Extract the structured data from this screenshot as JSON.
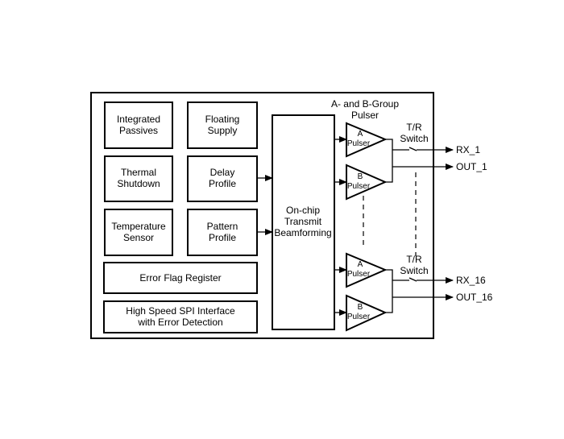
{
  "diagram": {
    "blocks": {
      "integrated_passives": [
        "Integrated",
        "Passives"
      ],
      "floating_supply": [
        "Floating",
        "Supply"
      ],
      "thermal_shutdown": [
        "Thermal",
        "Shutdown"
      ],
      "delay_profile": [
        "Delay",
        "Profile"
      ],
      "temperature_sensor": [
        "Temperature",
        "Sensor"
      ],
      "pattern_profile": [
        "Pattern",
        "Profile"
      ],
      "error_flag_register": [
        "Error Flag Register"
      ],
      "spi_interface": [
        "High Speed SPI Interface",
        "with Error Detection"
      ],
      "beamforming": [
        "On-chip",
        "Transmit",
        "Beamforming"
      ]
    },
    "pulser_group_label": [
      "A- and B-Group",
      "Pulser"
    ],
    "pulsers": [
      {
        "letter": "A",
        "label": "Pulser"
      },
      {
        "letter": "B",
        "label": "Pulser"
      },
      {
        "letter": "A",
        "label": "Pulser"
      },
      {
        "letter": "B",
        "label": "Pulser"
      }
    ],
    "switch_label": [
      "T/R",
      "Switch"
    ],
    "outputs": {
      "rx_1": "RX_1",
      "out_1": "OUT_1",
      "rx_16": "RX_16",
      "out_16": "OUT_16"
    }
  }
}
